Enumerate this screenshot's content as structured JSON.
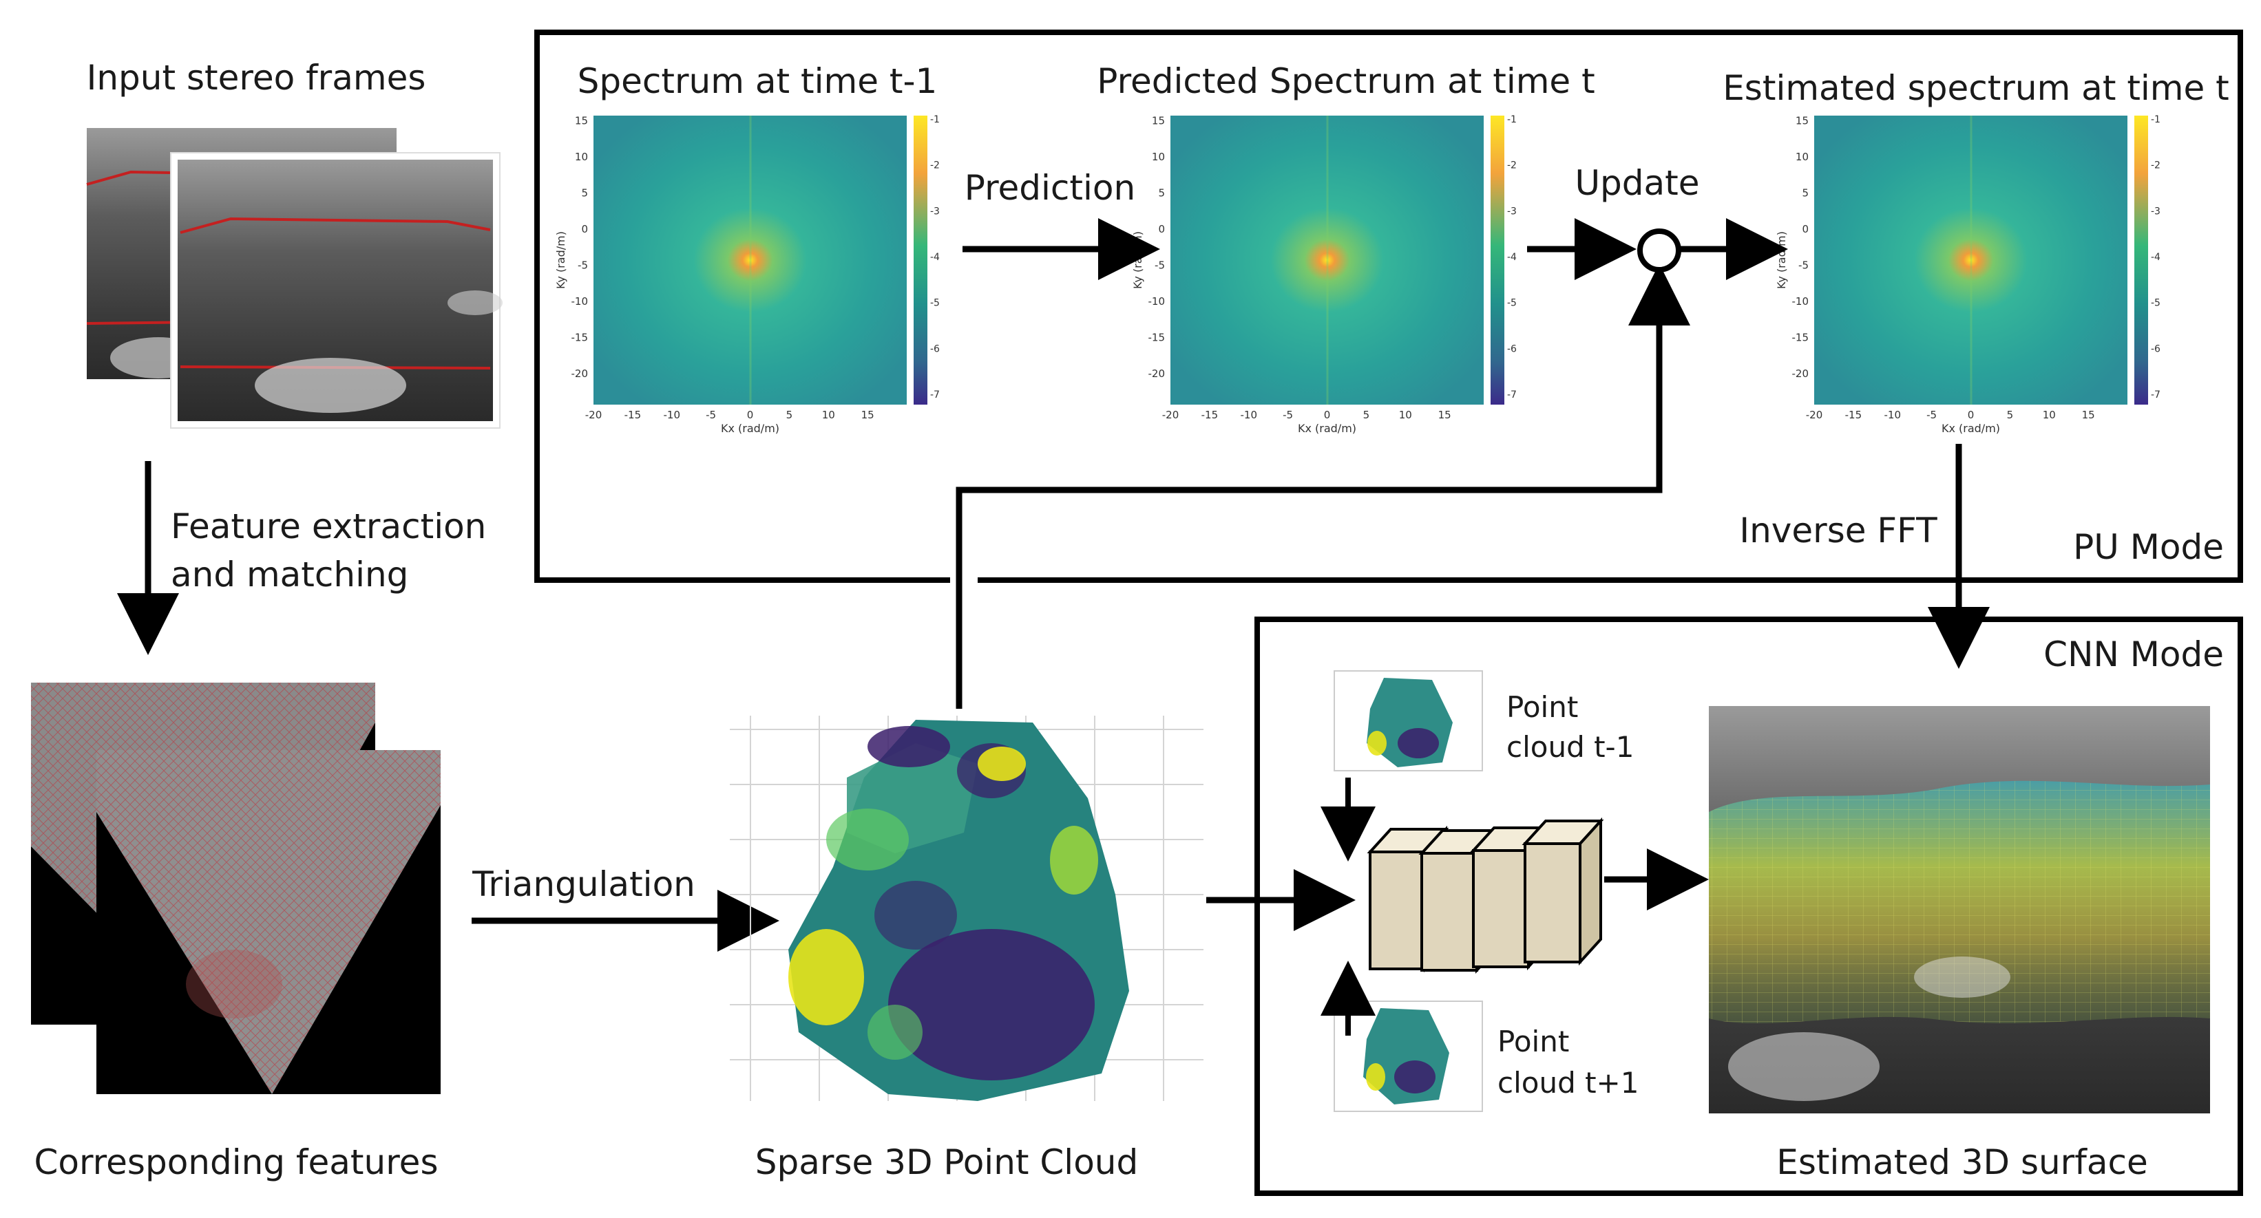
{
  "labels": {
    "input_stereo_frames": "Input stereo frames",
    "feature_extraction_line1": "Feature extraction",
    "feature_extraction_line2": "and matching",
    "corresponding_features": "Corresponding features",
    "triangulation": "Triangulation",
    "sparse_point_cloud": "Sparse 3D Point Cloud",
    "spectrum_t_minus_1": "Spectrum at time t-1",
    "predicted_spectrum": "Predicted Spectrum at time t",
    "estimated_spectrum": "Estimated spectrum at time t",
    "prediction": "Prediction",
    "update": "Update",
    "inverse_fft": "Inverse FFT",
    "pu_mode": "PU Mode",
    "cnn_mode": "CNN Mode",
    "point_cloud_prev_line1": "Point",
    "point_cloud_prev_line2": "cloud t-1",
    "point_cloud_next_line1": "Point",
    "point_cloud_next_line2": "cloud t+1",
    "estimated_surface": "Estimated 3D surface"
  },
  "spectrum_axes": {
    "x_title": "Kx (rad/m)",
    "y_title": "Ky (rad/m)",
    "x_ticks": [
      "-20",
      "-15",
      "-10",
      "-5",
      "0",
      "5",
      "10",
      "15"
    ],
    "y_ticks": [
      "15",
      "10",
      "5",
      "0",
      "-5",
      "-10",
      "-15",
      "-20"
    ],
    "colorbar_ticks": [
      "-1",
      "-2",
      "-3",
      "-4",
      "-5",
      "-6",
      "-7"
    ]
  },
  "colors": {
    "viridis_dark": "#3b1f6b",
    "viridis_teal": "#21908c",
    "viridis_green": "#5ec962",
    "viridis_yellow": "#e8e419",
    "feature_red": "#c0303a",
    "cnn_layer_fill": "#e0d6bc",
    "frame_red": "#c42020"
  }
}
